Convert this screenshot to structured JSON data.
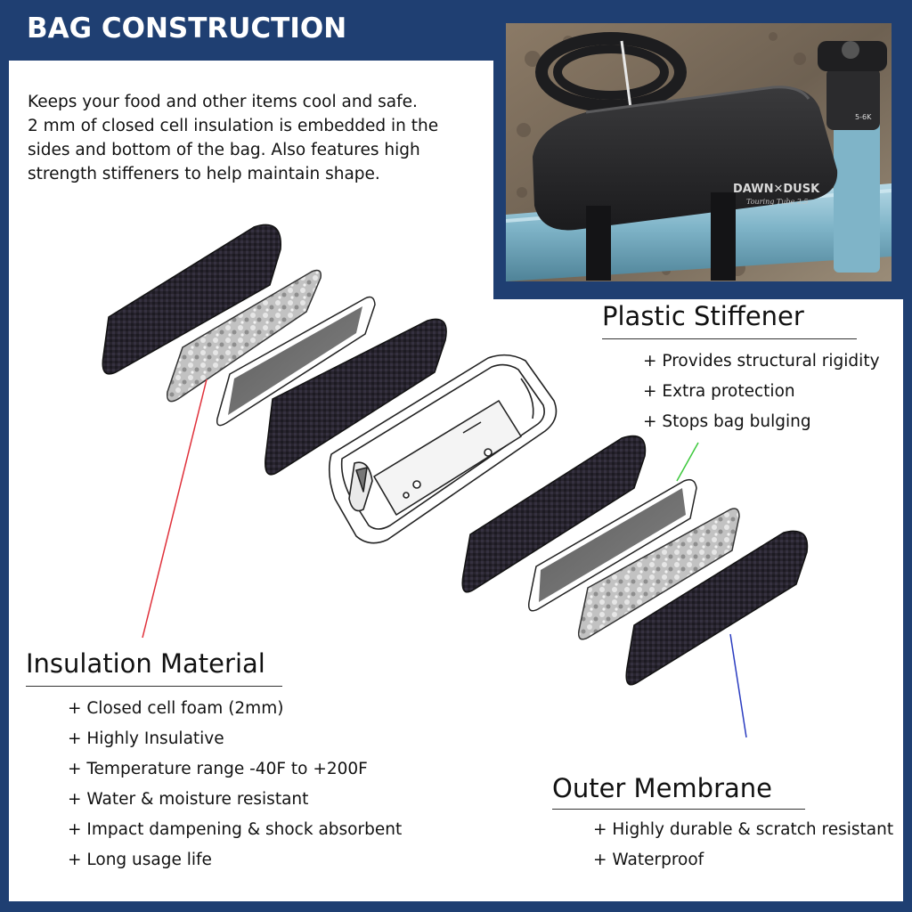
{
  "header": {
    "title": "BAG CONSTRUCTION"
  },
  "intro": [
    "Keeps your food and other items cool and safe.",
    "2 mm of closed cell insulation is embedded in the",
    "sides and bottom of the bag. Also features high",
    "strength stiffeners to help maintain shape."
  ],
  "photo": {
    "brand": "DAWN✕DUSK",
    "model": "Touring Tube 2.5",
    "stem_text": "5-6K"
  },
  "plastic_stiffener": {
    "heading": "Plastic Stiffener",
    "items": [
      "Provides structural rigidity",
      "Extra protection",
      "Stops bag bulging"
    ],
    "leader_color": "#3cc83c"
  },
  "insulation_material": {
    "heading": "Insulation Material",
    "items": [
      "Closed cell foam (2mm)",
      "Highly Insulative",
      "Temperature range -40F to +200F",
      "Water & moisture resistant",
      "Impact dampening & shock absorbent",
      "Long usage life"
    ],
    "leader_color": "#e0303a"
  },
  "outer_membrane": {
    "heading": "Outer Membrane",
    "items": [
      "Highly durable & scratch resistant",
      "Waterproof"
    ],
    "leader_color": "#2a3cc0"
  },
  "colors": {
    "frame": "#1f3f72",
    "fabric": "#2a2630",
    "foam": "#b9b9b9",
    "stiffener": "#6f6f6f"
  }
}
